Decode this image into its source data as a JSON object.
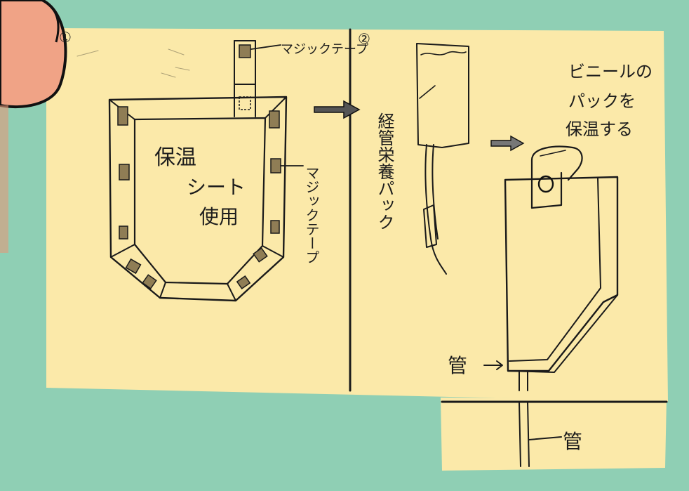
{
  "colors": {
    "background": "#8fcfb4",
    "paper": "#fbe9a9",
    "ink": "#1a1a1a",
    "skin": "#f0a386"
  },
  "panel1": {
    "number": "①",
    "tape_label_top": "マジックテープ",
    "tape_label_side": "マジックテープ",
    "center_text": [
      "保温",
      "シート",
      "使用"
    ]
  },
  "panel2": {
    "number": "②",
    "pack_label": "経管栄養パック",
    "note": [
      "ビニールの",
      "パックを",
      "保温する"
    ],
    "tube_label": "管"
  },
  "panel3": {
    "tube_label": "管"
  },
  "icons": [
    "arrow-right-icon",
    "arrow-right-icon",
    "snap-button-icon"
  ]
}
